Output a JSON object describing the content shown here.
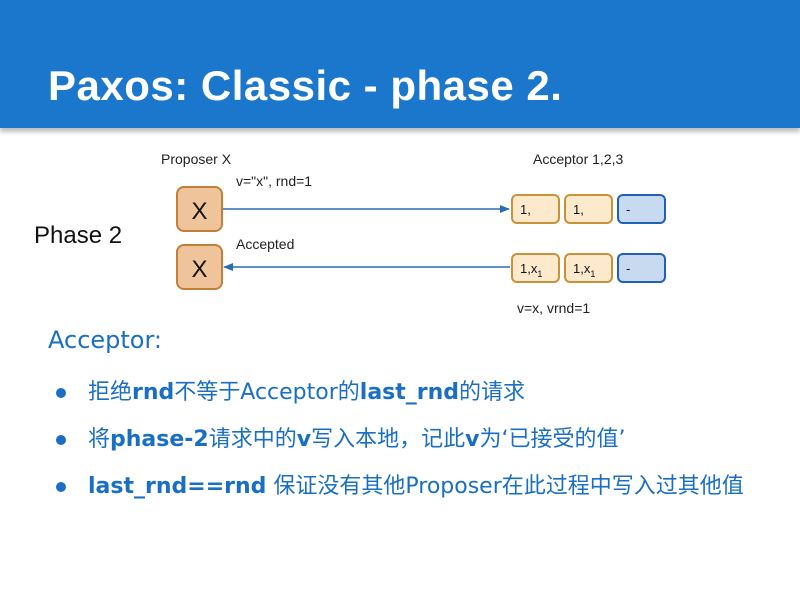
{
  "slide": {
    "title": "Paxos: Classic - phase 2."
  },
  "diagram": {
    "proposer_label": "Proposer X",
    "acceptor_label": "Acceptor 1,2,3",
    "phase_label": "Phase 2",
    "proposer_box_top": "X",
    "proposer_box_bottom": "X",
    "request_message": "v=\"x\", rnd=1",
    "reply_message": "Accepted",
    "acceptor_row1": [
      "1,",
      "1,",
      "-"
    ],
    "acceptor_row2": [
      {
        "base": "1,x",
        "sub": "1"
      },
      {
        "base": "1,x",
        "sub": "1"
      },
      {
        "base": "-",
        "sub": ""
      }
    ],
    "state_note": "v=x, vrnd=1",
    "colors": {
      "proposer_fill": "#efc49b",
      "proposer_border": "#c0803a",
      "acceptor_fill": "#fde9cc",
      "acceptor_border": "#c99238",
      "acceptor_empty_fill": "#c7daf0",
      "acceptor_empty_border": "#2060b8",
      "arrow": "#2a6db5"
    }
  },
  "content": {
    "heading": "Acceptor:",
    "bullets": [
      [
        {
          "t": "拒绝",
          "b": false
        },
        {
          "t": "rnd",
          "b": true
        },
        {
          "t": "不等于Acceptor的",
          "b": false
        },
        {
          "t": "last_rnd",
          "b": true
        },
        {
          "t": "的请求",
          "b": false
        }
      ],
      [
        {
          "t": "将",
          "b": false
        },
        {
          "t": "phase-2",
          "b": true
        },
        {
          "t": "请求中的",
          "b": false
        },
        {
          "t": "v",
          "b": true
        },
        {
          "t": "写入本地，记此",
          "b": false
        },
        {
          "t": "v",
          "b": true
        },
        {
          "t": "为‘已接受的值’",
          "b": false
        }
      ],
      [
        {
          "t": "last_rnd==rnd",
          "b": true
        },
        {
          "t": " 保证没有其他Proposer在此过程中写入过其他值",
          "b": false
        }
      ]
    ]
  }
}
